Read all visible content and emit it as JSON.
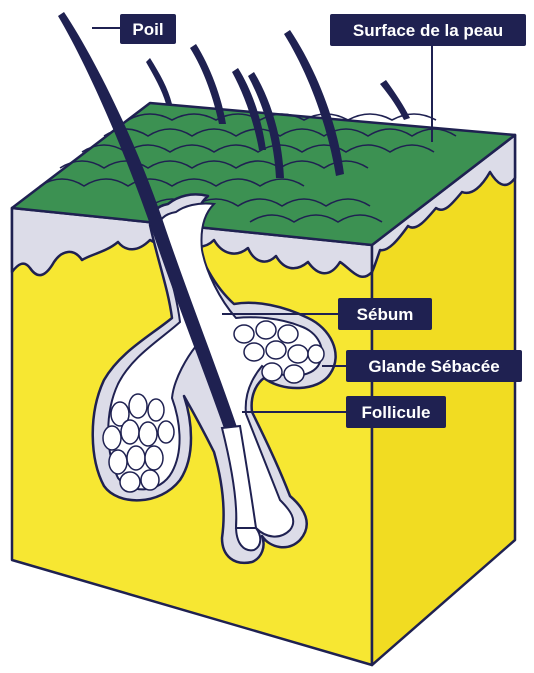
{
  "colors": {
    "skin_yellow": "#f7e732",
    "skin_yellow_side": "#f1dc22",
    "surface_green": "#3c9152",
    "dermis_gray": "#dcdce8",
    "outline_navy": "#1f2151",
    "sebum_white": "#ffffff"
  },
  "labels": {
    "poil": "Poil",
    "surface": "Surface de la peau",
    "sebum": "Sébum",
    "glande": "Glande Sébacée",
    "follicule": "Follicule"
  }
}
